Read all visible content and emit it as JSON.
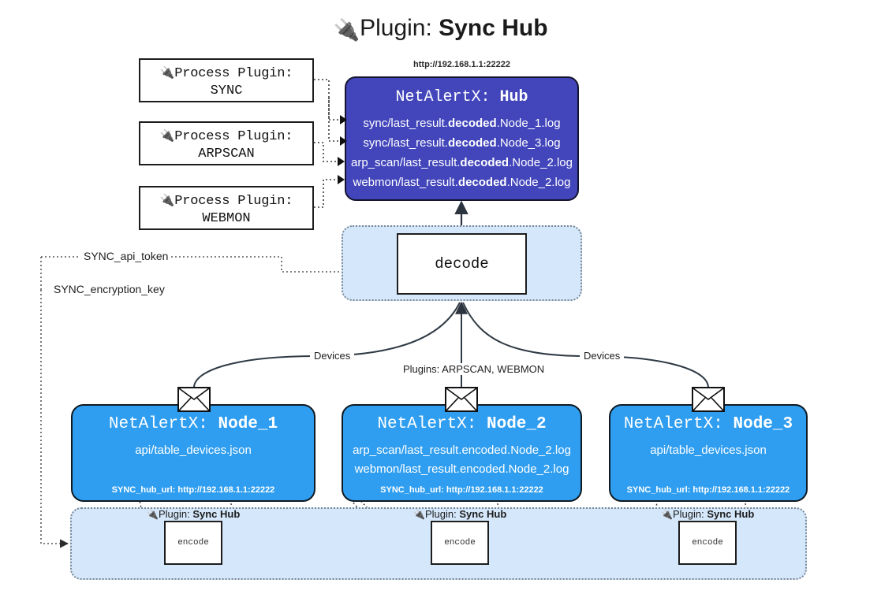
{
  "title": {
    "icon": "electric-plug-icon",
    "prefix": "Plugin:",
    "name": "Sync Hub"
  },
  "process_plugins": [
    {
      "icon": "electric-plug-icon",
      "line1": "Process Plugin:",
      "line2": "SYNC"
    },
    {
      "icon": "electric-plug-icon",
      "line1": "Process Plugin:",
      "line2": "ARPSCAN"
    },
    {
      "icon": "electric-plug-icon",
      "line1": "Process Plugin:",
      "line2": "WEBMON"
    }
  ],
  "hub": {
    "url": "http://192.168.1.1:22222",
    "title_prefix": "NetAlertX:",
    "title_name": "Hub",
    "lines": [
      {
        "pre": "sync/last_result.",
        "bold": "decoded",
        "post": ".Node_1.log"
      },
      {
        "pre": "sync/last_result.",
        "bold": "decoded",
        "post": ".Node_3.log"
      },
      {
        "pre": "arp_scan/last_result.",
        "bold": "decoded",
        "post": ".Node_2.log"
      },
      {
        "pre": "webmon/last_result.",
        "bold": "decoded",
        "post": ".Node_2.log"
      }
    ]
  },
  "decode": {
    "label": "decode"
  },
  "tokens": [
    {
      "label": "SYNC_api_token"
    },
    {
      "label": "SYNC_encryption_key"
    }
  ],
  "edge_labels": {
    "devices_left": "Devices",
    "devices_right": "Devices",
    "plugins_center": "Plugins: ARPSCAN, WEBMON"
  },
  "nodes": [
    {
      "title_prefix": "NetAlertX:",
      "title_name": "Node_1",
      "lines": [
        "api/table_devices.json"
      ],
      "footer": "SYNC_hub_url: http://192.168.1.1:22222",
      "icon": "envelope-icon"
    },
    {
      "title_prefix": "NetAlertX:",
      "title_name": "Node_2",
      "lines": [
        "arp_scan/last_result.encoded.Node_2.log",
        "webmon/last_result.encoded.Node_2.log"
      ],
      "footer": "SYNC_hub_url: http://192.168.1.1:22222",
      "icon": "envelope-icon"
    },
    {
      "title_prefix": "NetAlertX:",
      "title_name": "Node_3",
      "lines": [
        "api/table_devices.json"
      ],
      "footer": "SYNC_hub_url: http://192.168.1.1:22222",
      "icon": "envelope-icon"
    }
  ],
  "bottom_plugins": [
    {
      "icon": "electric-plug-icon",
      "prefix": "Plugin:",
      "name": "Sync Hub",
      "box": "encode"
    },
    {
      "icon": "electric-plug-icon",
      "prefix": "Plugin:",
      "name": "Sync Hub",
      "box": "encode"
    },
    {
      "icon": "electric-plug-icon",
      "prefix": "Plugin:",
      "name": "Sync Hub",
      "box": "encode"
    }
  ],
  "colors": {
    "hub": "#4346bb",
    "node": "#2f9ef0",
    "region": "#d5e8fb",
    "stroke": "#1d1d1d"
  }
}
